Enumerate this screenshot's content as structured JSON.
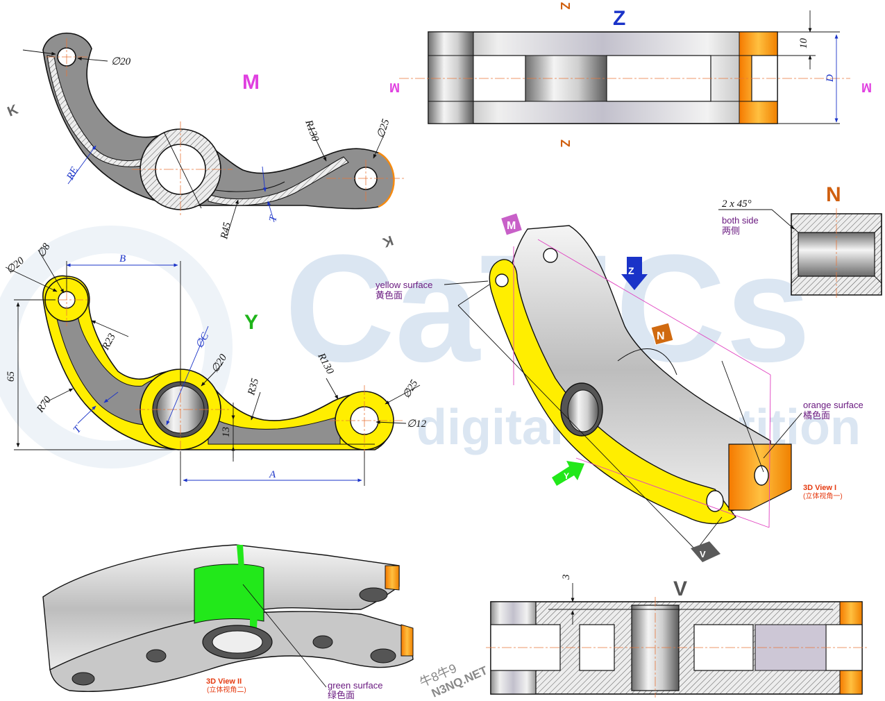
{
  "watermark": {
    "main": "CaTICs",
    "sub": "digital competition",
    "site": "牛8牛9",
    "site2": "N3NQ.NET"
  },
  "views": {
    "m": "M",
    "z": "Z",
    "y": "Y",
    "n": "N",
    "v": "V"
  },
  "section_marks": {
    "z": "Z",
    "m": "M",
    "k": "K",
    "n": "N",
    "v": "V"
  },
  "dims_m": {
    "d20": "∅20",
    "d25": "∅25",
    "r130": "R130",
    "re": "RE",
    "r45": "R45",
    "t": "T"
  },
  "dims_z": {
    "ten": "10",
    "d": "D"
  },
  "dims_y": {
    "d8": "∅8",
    "d20a": "∅20",
    "b": "B",
    "r23": "R23",
    "c": "∅C",
    "d20b": "∅20",
    "r130": "R130",
    "sixty_five": "65",
    "r35": "R35",
    "d25": "∅25",
    "r70": "R70",
    "t": "T",
    "thirteen": "13",
    "d12": "∅12",
    "a": "A"
  },
  "dims_n": {
    "chamfer": "2 x 45°"
  },
  "dims_v": {
    "three": "3"
  },
  "notes": {
    "both_side": "both side",
    "both_side_cn": "两侧",
    "yellow": "yellow surface",
    "yellow_cn": "黄色面",
    "orange": "orange surface",
    "orange_cn": "橘色面",
    "green": "green surface",
    "green_cn": "绿色面"
  },
  "captions": {
    "view1": "3D View I",
    "view1_cn": "(立体视角一)",
    "view2": "3D View II",
    "view2_cn": "(立体视角二)"
  },
  "colors": {
    "yellow": "#ffee00",
    "orange": "#f58a10",
    "green": "#22e81a",
    "magenta": "#e040e0",
    "blue": "#1a33c8",
    "gray": "#9a9a9a"
  }
}
